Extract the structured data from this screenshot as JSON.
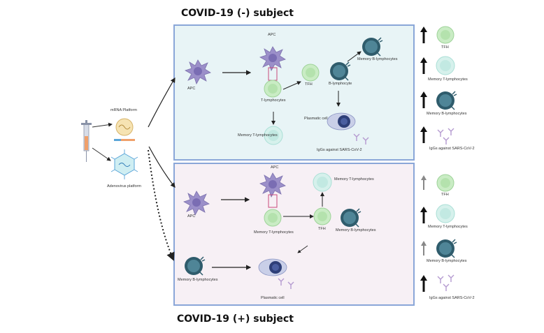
{
  "titles": {
    "top": "COVID-19 (-) subject",
    "bottom": "COVID-19 (+) subject"
  },
  "vaccine": {
    "mrna_label": "mRNA Platform",
    "adeno_label": "Adenovirus platform"
  },
  "top_panel": {
    "apc_left": "APC",
    "apc_center": "APC",
    "t_lymph": "T-lymphocytes",
    "tfh": "TFH",
    "b_lymph": "B-lymphocyte",
    "memory_b": "Memory B-lymphocytes",
    "plasmatic": "Plasmatic cell",
    "memory_t": "Memory T-lymphocytes",
    "iggs": "IgGs against SARS-CoV-2"
  },
  "bottom_panel": {
    "apc_left": "APC",
    "apc_center": "APC",
    "memory_t_center": "Memory T-lymphocytes",
    "memory_t_top": "Memory T-lymphocytes",
    "tfh": "TFH",
    "memory_b_right": "Memory B-lymphocytes",
    "memory_b_left": "Memory B-lymphocytes",
    "plasmatic": "Plasmatic cell"
  },
  "side_top": [
    "TFH",
    "Memory T-lymphocytes",
    "Memory B-lymphocytes",
    "IgGs against SARS-CoV-2"
  ],
  "side_bottom": [
    "TFH",
    "Memory T-lymphocytes",
    "Memory B-lymphocytes",
    "IgGs against SARS-CoV-2"
  ],
  "colors": {
    "apc": "#9b8fc9",
    "t_cell": "#c9ecc4",
    "b_cell": "#3d6e80",
    "memory_t": "#c6ece6",
    "panel_border": "#8aa6d8"
  }
}
